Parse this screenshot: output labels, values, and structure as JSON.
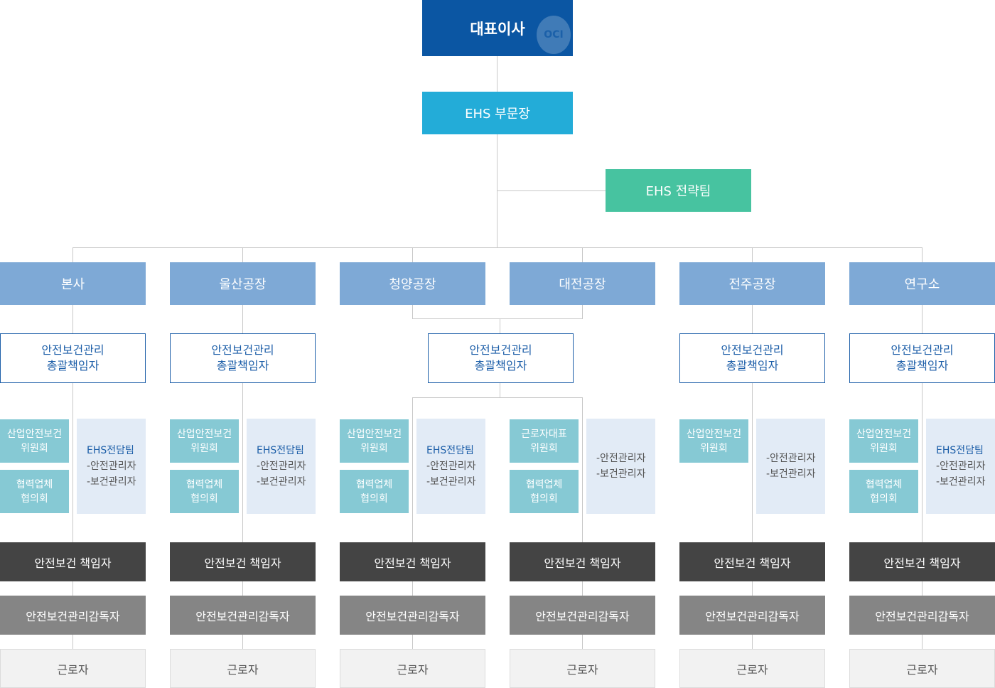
{
  "ceo": {
    "label": "대표이사",
    "logo_text": "OCI"
  },
  "ehs_head": {
    "label": "EHS 부문장"
  },
  "strategy_team": {
    "label": "EHS 전략팀"
  },
  "sites": [
    {
      "name": "본사"
    },
    {
      "name": "울산공장"
    },
    {
      "name": "청양공장"
    },
    {
      "name": "대전공장"
    },
    {
      "name": "전주공장"
    },
    {
      "name": "연구소"
    }
  ],
  "general_manager": {
    "line1": "안전보건관리",
    "line2": "총괄책임자"
  },
  "committee": {
    "line1": "산업안전보건",
    "line2": "위원회"
  },
  "worker_rep_committee": {
    "line1": "근로자대표",
    "line2": "위원회"
  },
  "partner_council": {
    "line1": "협력업체",
    "line2": "협의회"
  },
  "ehs_team": {
    "title": "EHS전담팀",
    "item1": "-안전관리자",
    "item2": "-보건관리자"
  },
  "tier_labels": {
    "officer": "안전보건 책임자",
    "supervisor": "안전보건관리감독자",
    "worker": "근로자"
  }
}
